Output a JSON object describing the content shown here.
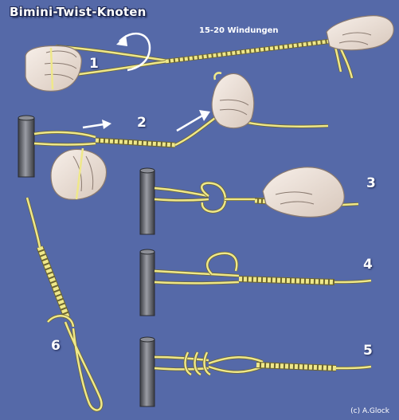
{
  "title": "Bimini-Twist-Knoten",
  "annotation_turns": "15-20 Windungen",
  "steps": [
    {
      "number": "1"
    },
    {
      "number": "2"
    },
    {
      "number": "3"
    },
    {
      "number": "4"
    },
    {
      "number": "5"
    },
    {
      "number": "6"
    }
  ],
  "credit": "(c) A.Glock",
  "colors": {
    "background": "#5569a8",
    "line": "#efe88a",
    "line_shadow": "#6b6430",
    "skin": "#f0e6de",
    "skin_shade": "#c9b8ac",
    "post": "#6d6f75",
    "arrow": "#ffffff"
  }
}
